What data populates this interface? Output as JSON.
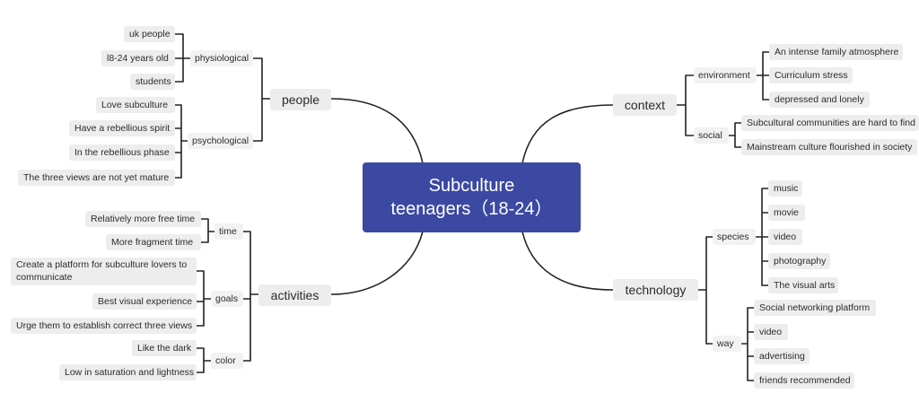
{
  "center": {
    "line1": "Subculture",
    "line2": "teenagers（18-24）"
  },
  "people": {
    "label": "people",
    "physiological": {
      "label": "physiological",
      "items": [
        "uk people",
        "l8-24 years old",
        "students"
      ]
    },
    "psychological": {
      "label": "psychological",
      "items": [
        "Love subculture",
        "Have a rebellious spirit",
        "In the rebellious phase",
        "The three views are not yet mature"
      ]
    }
  },
  "activities": {
    "label": "activities",
    "time": {
      "label": "time",
      "items": [
        "Relatively more free time",
        "More fragment time"
      ]
    },
    "goals": {
      "label": "goals",
      "items": [
        "Create a platform for subculture lovers to communicate",
        "Best visual experience",
        "Urge them to establish correct three views"
      ]
    },
    "color": {
      "label": "color",
      "items": [
        "Like the dark",
        "Low in saturation and lightness"
      ]
    }
  },
  "context": {
    "label": "context",
    "environment": {
      "label": "environment",
      "items": [
        "An intense family atmosphere",
        "Curriculum stress",
        "depressed and lonely"
      ]
    },
    "social": {
      "label": "social",
      "items": [
        "Subcultural communities are hard to find",
        "Mainstream culture flourished in society"
      ]
    }
  },
  "technology": {
    "label": "technology",
    "species": {
      "label": "species",
      "items": [
        "music",
        "movie",
        "video",
        "photography",
        "The visual arts"
      ]
    },
    "way": {
      "label": "way",
      "items": [
        "Social networking platform",
        "video",
        "advertising",
        "friends recommended"
      ]
    }
  }
}
